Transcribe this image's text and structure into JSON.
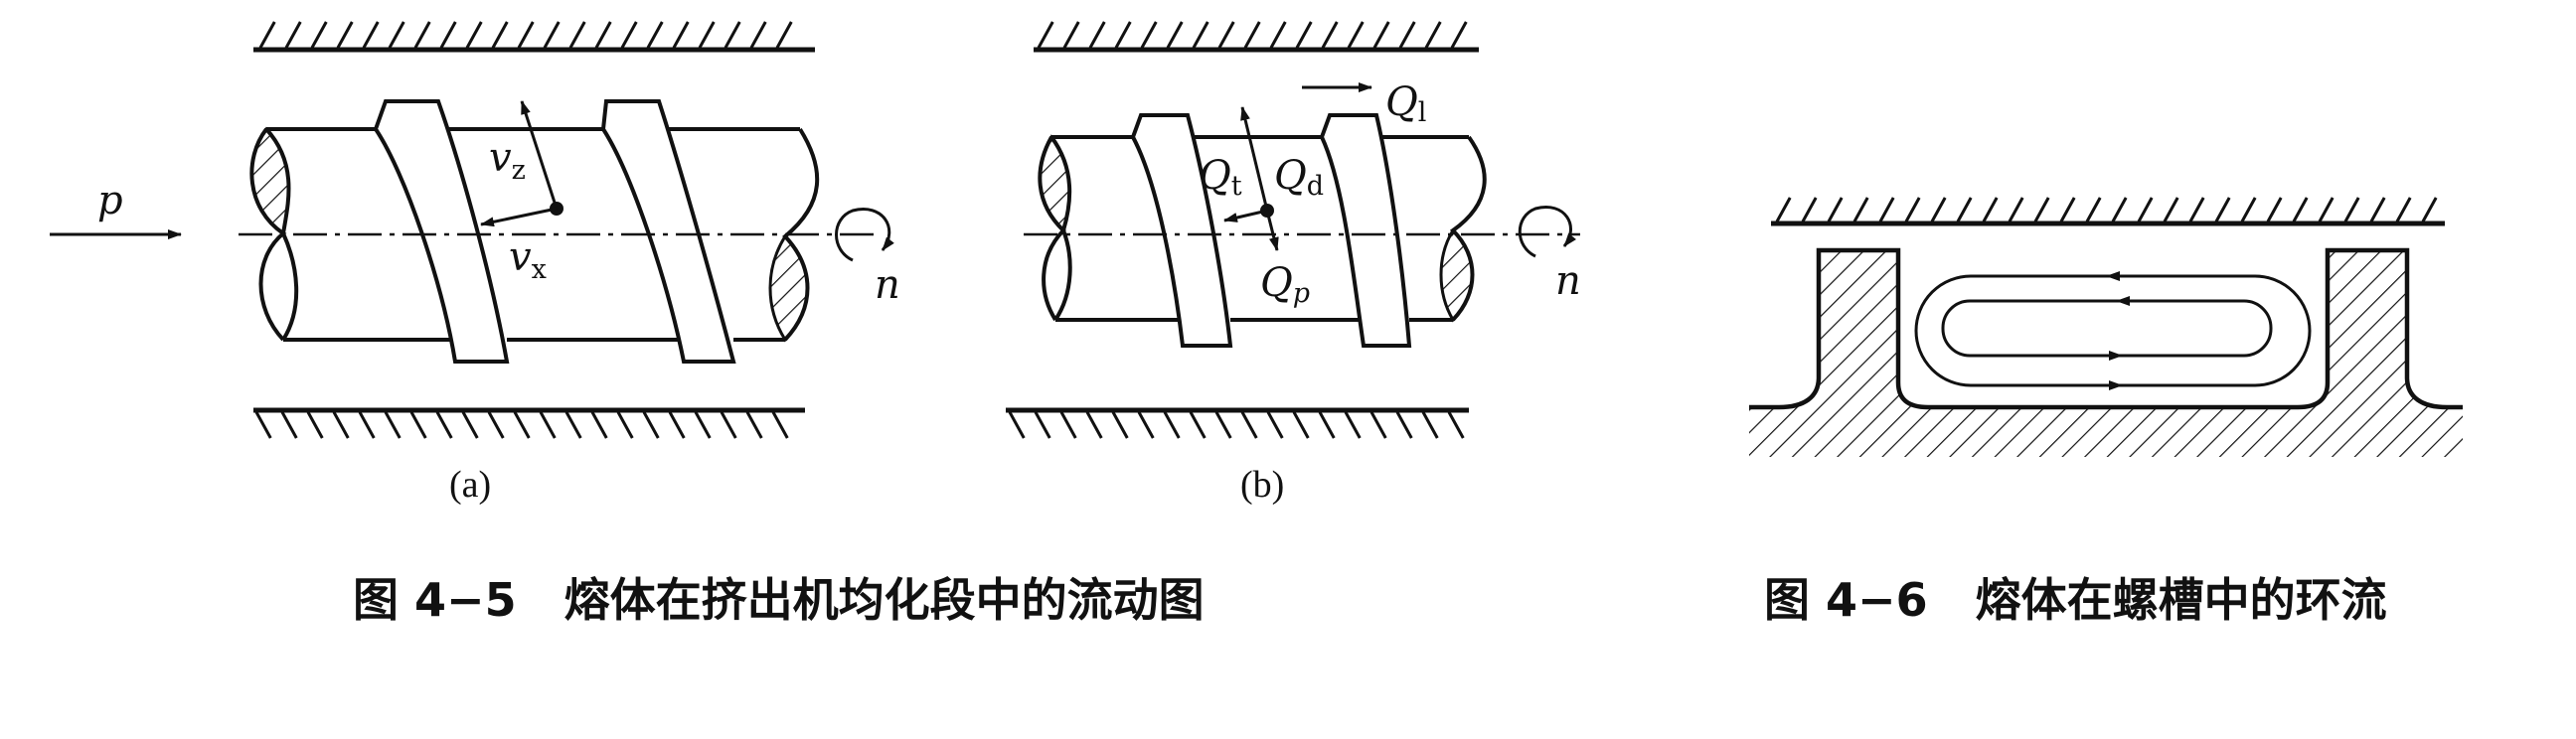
{
  "figure_a": {
    "pressure_label": "p",
    "vz_main": "v",
    "vz_sub": "z",
    "vx_main": "v",
    "vx_sub": "x",
    "rotation_label": "n",
    "panel_label": "(a)"
  },
  "figure_b": {
    "ql_main": "Q",
    "ql_sub": "l",
    "qt_main": "Q",
    "qt_sub": "t",
    "qd_main": "Q",
    "qd_sub": "d",
    "qp_main": "Q",
    "qp_sub": "p",
    "rotation_label": "n",
    "panel_label": "(b)"
  },
  "captions": {
    "fig45": "图 4−5   熔体在挤出机均化段中的流动图",
    "fig46": "图 4−6   熔体在螺槽中的环流"
  }
}
